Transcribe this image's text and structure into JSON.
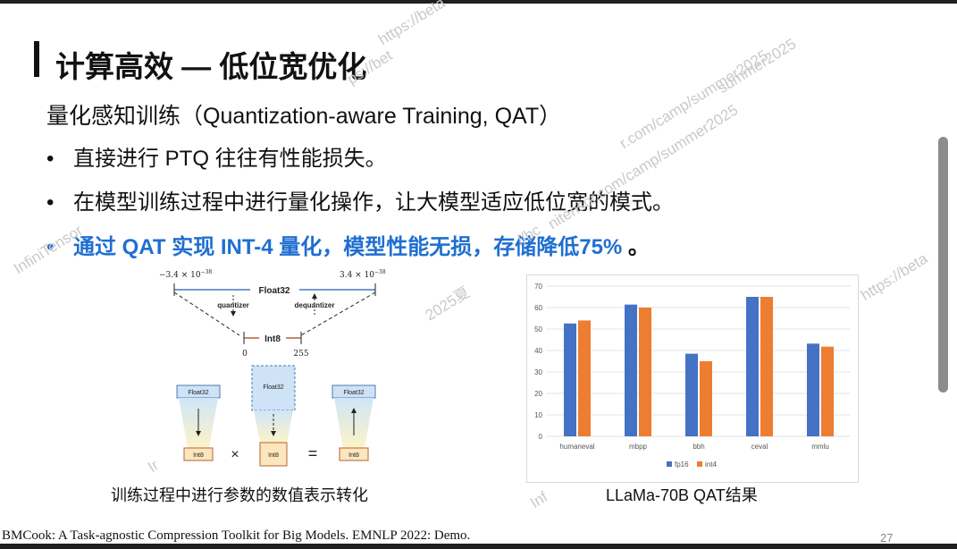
{
  "slide": {
    "title": "计算高效 — 低位宽优化",
    "subtitle": "量化感知训练（Quantization-aware Training, QAT）",
    "bullets": [
      {
        "marker": "•",
        "text": "直接进行 PTQ 往往有性能损失。"
      },
      {
        "marker": "•",
        "text": "在模型训练过程中进行量化操作，让大模型适应低位宽的模式。"
      },
      {
        "marker": "•",
        "text": "通过 QAT 实现 INT-4 量化，模型性能无损，存储降低75%",
        "tail": " 。"
      }
    ],
    "diagram_caption": "训练过程中进行参数的数值表示转化",
    "chart_caption": "LLaMa-70B QAT结果",
    "footer_ref": "BMCook: A Task-agnostic Compression Toolkit for Big Models. EMNLP 2022: Demo.",
    "page_number": "27"
  },
  "watermarks": [
    "https://beta",
    "summer2025",
    "ps://bet",
    "//bc",
    "r.com/camp/summer2025",
    "InfiniTensor",
    "nitensor.com/camp/summer2025",
    "https://beta",
    "2025夏",
    "Ir",
    "Inf"
  ],
  "diagram": {
    "neg_range": "−3.4 × 10",
    "neg_exp": "−38",
    "pos_range": "3.4 × 10",
    "pos_exp": "−38",
    "float32_label": "Float32",
    "quantizer_label": "quantizer",
    "dequantizer_label": "dequantizer",
    "int8_label": "Int8",
    "int8_min": "0",
    "int8_max": "255",
    "box_float32_left": "Float32",
    "box_float32_mid": "Float32",
    "box_float32_right": "Float32",
    "box_int8_left": "Int8",
    "box_int8_mid": "Int8",
    "box_int8_right": "Int8",
    "times_symbol": "×",
    "equals_symbol": "="
  },
  "chart_data": {
    "type": "bar",
    "categories": [
      "humaneval",
      "mbpp",
      "bbh",
      "ceval",
      "mmlu"
    ],
    "series": [
      {
        "name": "fp16",
        "color": "#4472C4",
        "values": [
          52.6,
          61.4,
          38.5,
          65.0,
          43.2
        ]
      },
      {
        "name": "int4",
        "color": "#ED7D31",
        "values": [
          54.0,
          60.0,
          35.0,
          65.0,
          41.8
        ]
      }
    ],
    "ylim": [
      0,
      70
    ],
    "yticks": [
      "0",
      "10",
      "20",
      "30",
      "40",
      "50",
      "60",
      "70"
    ],
    "grid": true,
    "legend": "bottom"
  }
}
